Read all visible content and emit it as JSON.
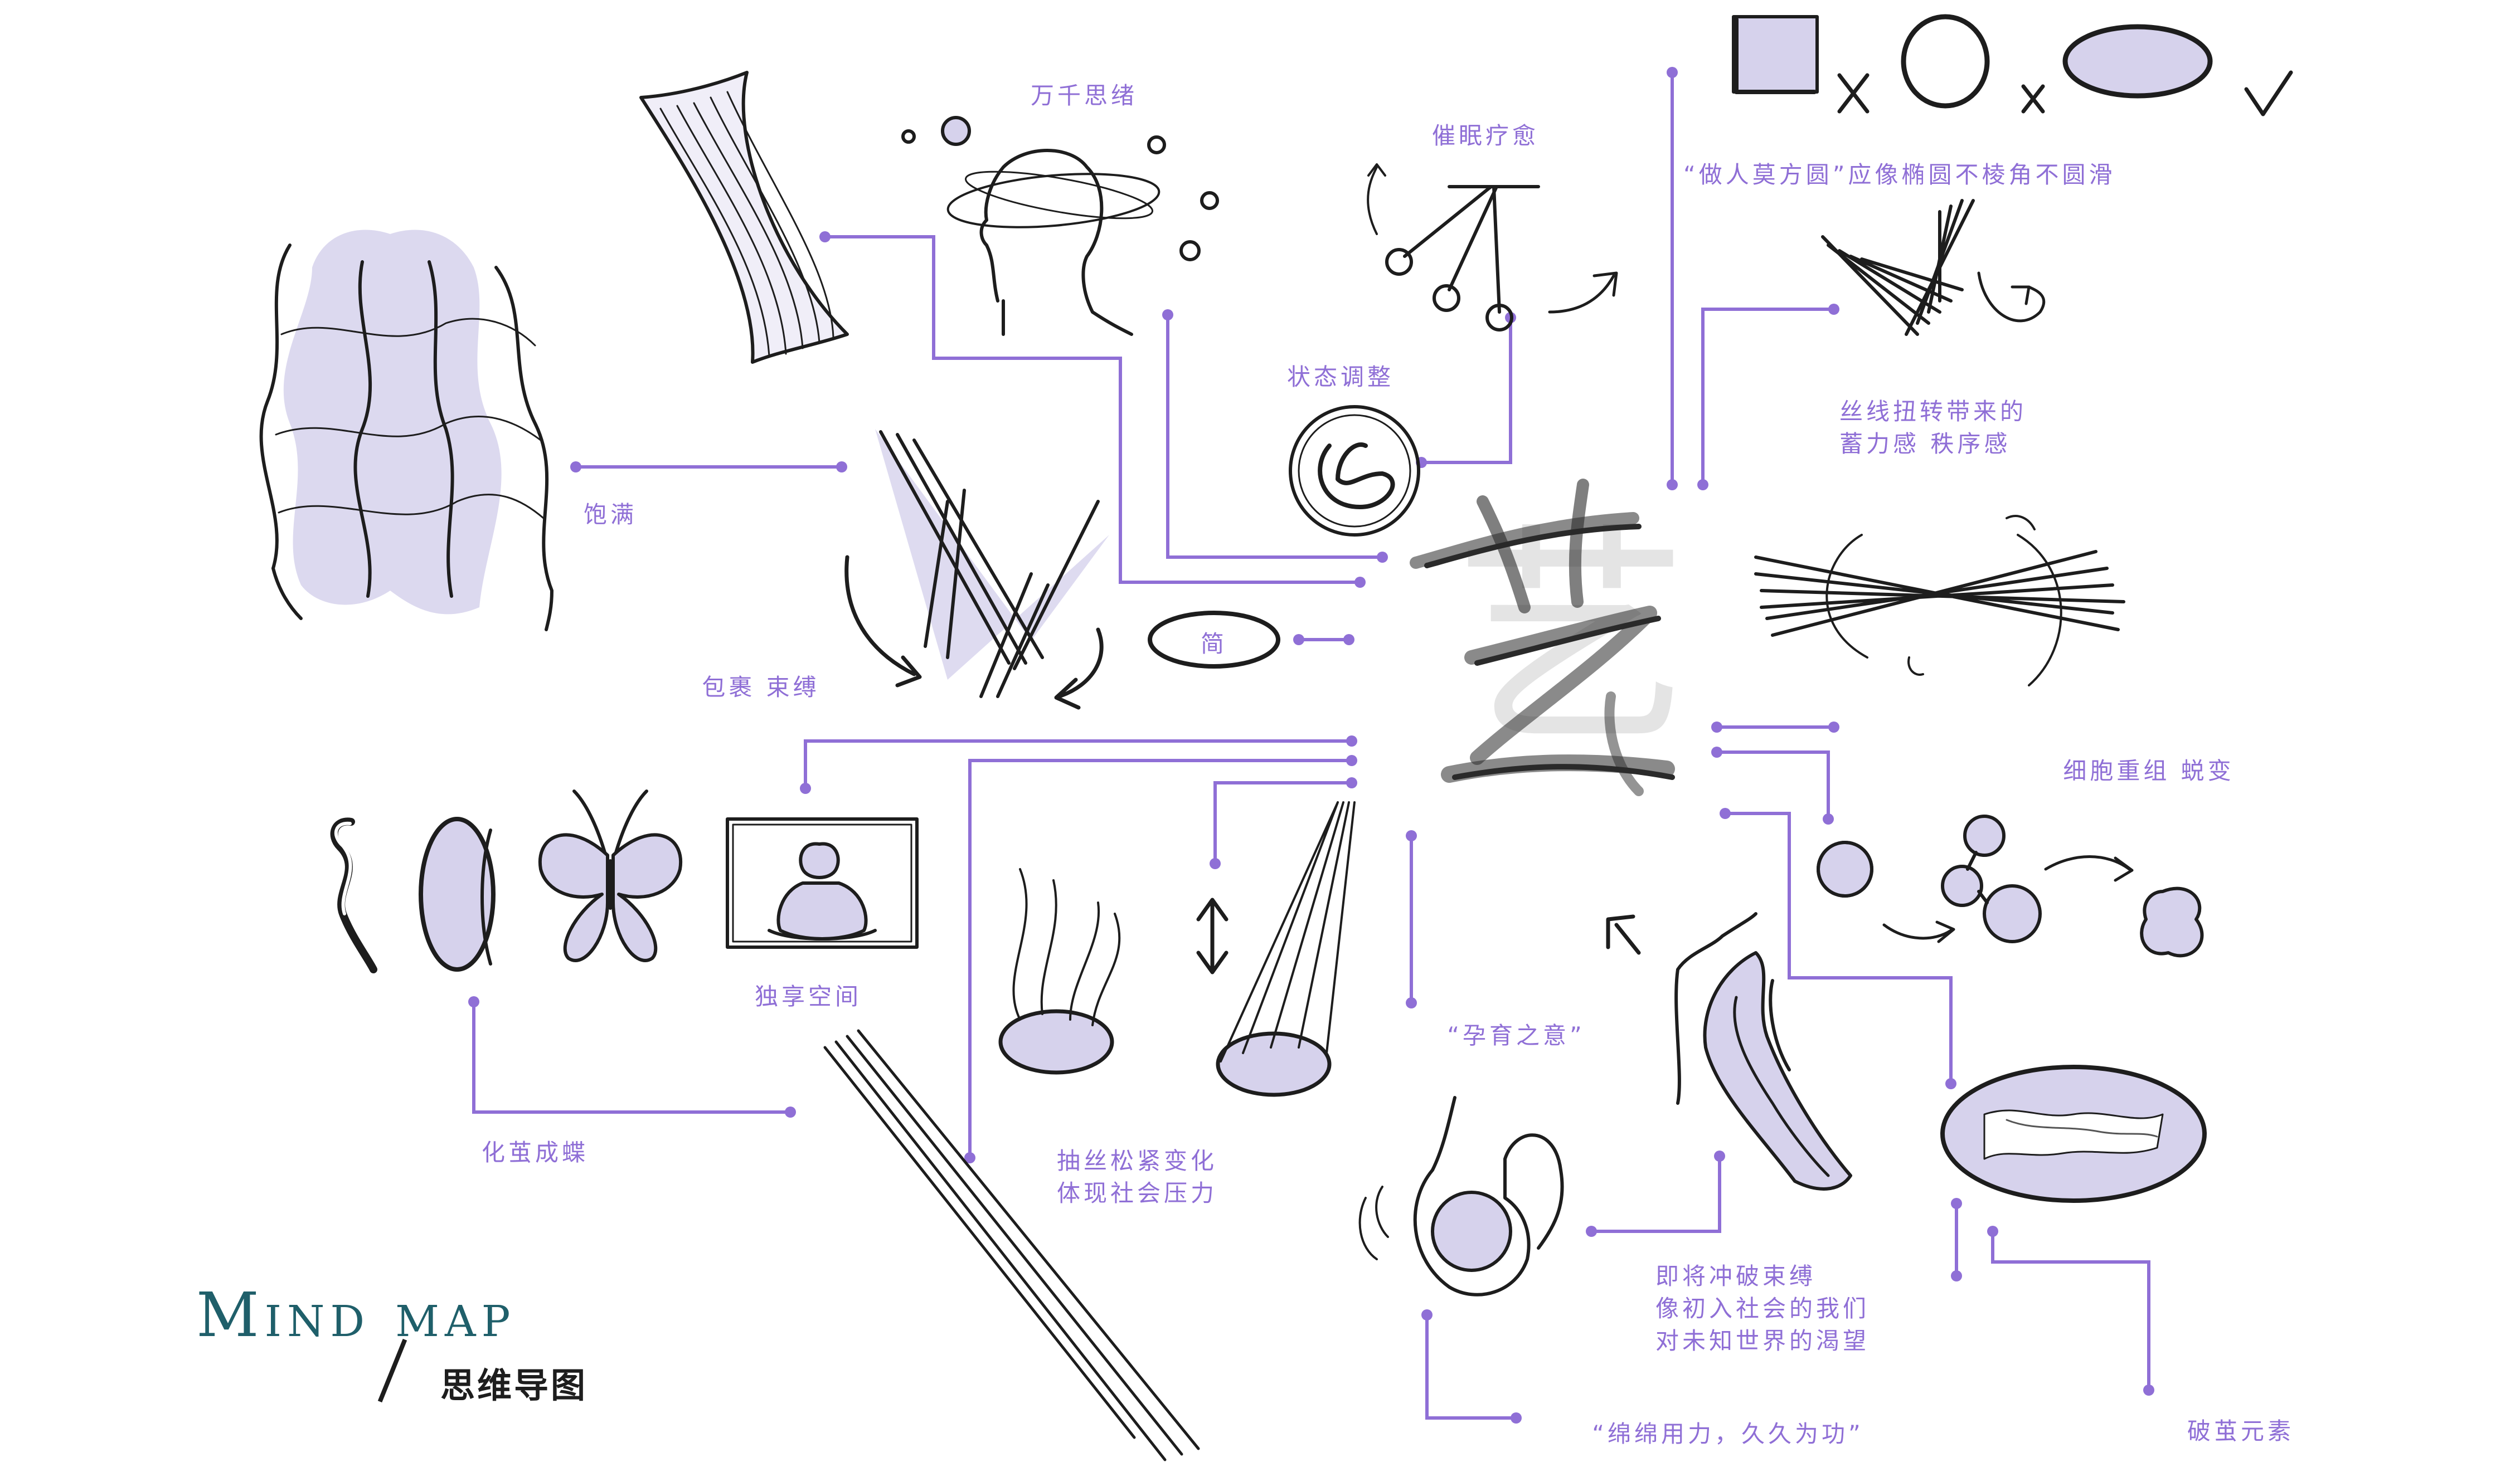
{
  "brand": {
    "title_en": "Mind map",
    "title_cn": "思维导图"
  },
  "center": {
    "glyph": "艺"
  },
  "labels": {
    "wanqian": "万千思绪",
    "cuimian": "催眠疗愈",
    "zhuangtai": "状态调整",
    "zuoren": "“做人莫方圆”应像椭圆不棱角不圆滑",
    "sixian_1": "丝线扭转带来的",
    "sixian_2": "蓄力感 秩序感",
    "baoman": "饱满",
    "jian": "简",
    "baoguo": "包裹 束缚",
    "xibao": "细胞重组 蜕变",
    "duxiang": "独享空间",
    "huajian": "化茧成蝶",
    "chousi_1": "抽丝松紧变化",
    "chousi_2": "体现社会压力",
    "yunyu": "“孕育之意”",
    "jijiang_1": "即将冲破束缚",
    "jijiang_2": "像初入社会的我们",
    "jijiang_3": "对未知世界的渴望",
    "pojian": "破茧元素",
    "mianmian": "“绵绵用力，久久为功”"
  },
  "colors": {
    "accent": "#8f6fd6",
    "ink": "#1d1d1d",
    "wash": "#d6d2ec",
    "brand": "#1f5f6a"
  }
}
